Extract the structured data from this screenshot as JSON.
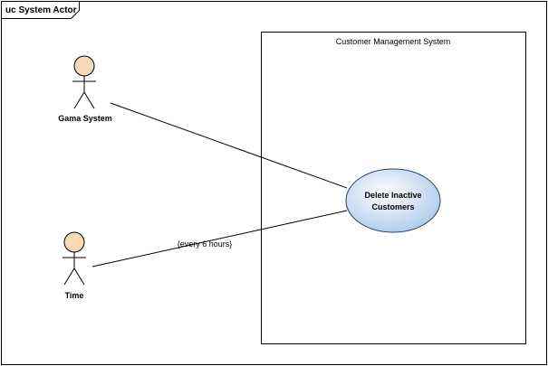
{
  "frame": {
    "title": "uc System Actor"
  },
  "system_boundary": {
    "title": "Customer Management System"
  },
  "actors": [
    {
      "id": "gama-system",
      "label": "Gama System"
    },
    {
      "id": "time",
      "label": "Time"
    }
  ],
  "use_cases": [
    {
      "id": "delete-inactive-customers",
      "label_lines": [
        "Delete Inactive",
        "Customers"
      ]
    }
  ],
  "associations": [
    {
      "from": "gama-system",
      "to": "delete-inactive-customers",
      "label": ""
    },
    {
      "from": "time",
      "to": "delete-inactive-customers",
      "label": "{every 6 hours}"
    }
  ],
  "colors": {
    "actor_head_fill": "#f7d9b5",
    "use_case_fill_light": "#ffffff",
    "use_case_fill_dark": "#aac7ea",
    "use_case_stroke": "#26435f",
    "line": "#000000"
  }
}
